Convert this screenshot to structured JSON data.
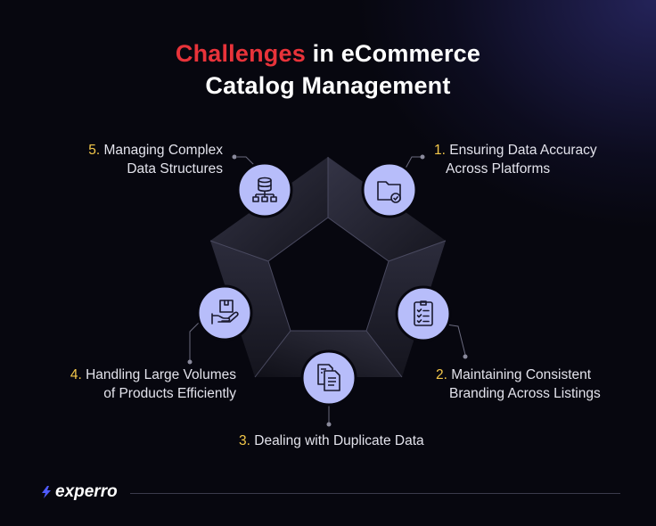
{
  "title": {
    "accent": "Challenges",
    "line1_rest": " in eCommerce",
    "line2": "Catalog Management"
  },
  "challenges": [
    {
      "num": "1.",
      "text_lines": [
        "Ensuring Data Accuracy",
        "Across Platforms"
      ],
      "icon": "folder-check-icon"
    },
    {
      "num": "2.",
      "text_lines": [
        "Maintaining Consistent",
        "Branding Across Listings"
      ],
      "icon": "checklist-icon"
    },
    {
      "num": "3.",
      "text_lines": [
        "Dealing with Duplicate Data"
      ],
      "icon": "duplicate-documents-icon"
    },
    {
      "num": "4.",
      "text_lines": [
        "Handling Large Volumes",
        "of Products Efficiently"
      ],
      "icon": "hand-box-icon"
    },
    {
      "num": "5.",
      "text_lines": [
        "Managing Complex",
        "Data Structures"
      ],
      "icon": "database-hierarchy-icon"
    }
  ],
  "brand": {
    "name": "experro",
    "accent_color": "#4f5bff"
  },
  "colors": {
    "accent_red": "#e8333a",
    "number_yellow": "#f4c84a",
    "icon_circle": "#b7bdfa"
  }
}
